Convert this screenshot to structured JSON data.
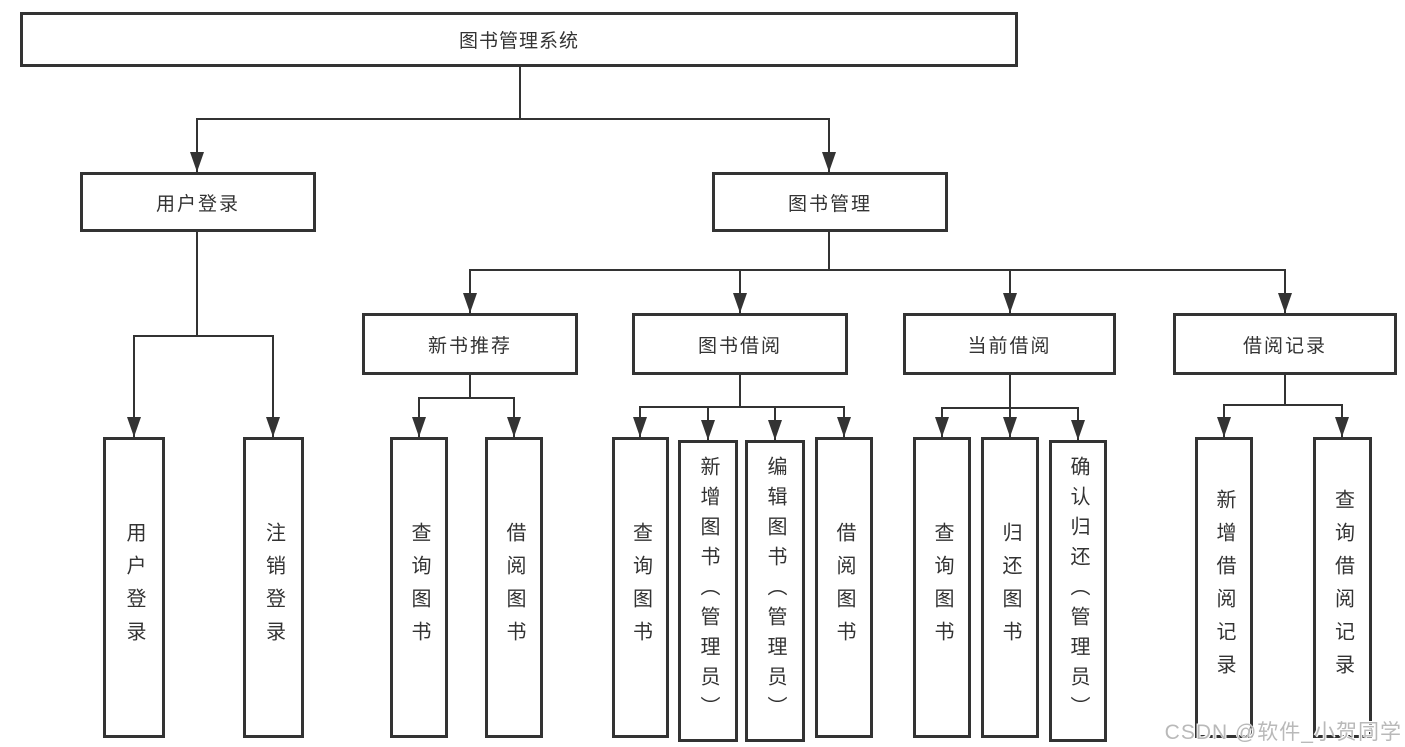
{
  "diagram": {
    "title": "图书管理系统",
    "watermark": "CSDN @软件_小贺同学",
    "colors": {
      "line": "#333333",
      "box_border": "#333333",
      "text": "#333333",
      "background": "#ffffff",
      "watermark": "#b9b9b9"
    },
    "tree": {
      "root": {
        "label": "图书管理系统"
      },
      "branches": [
        {
          "label": "用户登录",
          "children": [
            {
              "label": "用户登录"
            },
            {
              "label": "注销登录"
            }
          ]
        },
        {
          "label": "图书管理",
          "children": [
            {
              "label": "新书推荐",
              "children": [
                {
                  "label": "查询图书"
                },
                {
                  "label": "借阅图书"
                }
              ]
            },
            {
              "label": "图书借阅",
              "children": [
                {
                  "label": "查询图书"
                },
                {
                  "label": "新增图书（管理员）"
                },
                {
                  "label": "编辑图书（管理员）"
                },
                {
                  "label": "借阅图书"
                }
              ]
            },
            {
              "label": "当前借阅",
              "children": [
                {
                  "label": "查询图书"
                },
                {
                  "label": "归还图书"
                },
                {
                  "label": "确认归还（管理员）"
                }
              ]
            },
            {
              "label": "借阅记录",
              "children": [
                {
                  "label": "新增借阅记录"
                },
                {
                  "label": "查询借阅记录"
                }
              ]
            }
          ]
        }
      ]
    }
  }
}
